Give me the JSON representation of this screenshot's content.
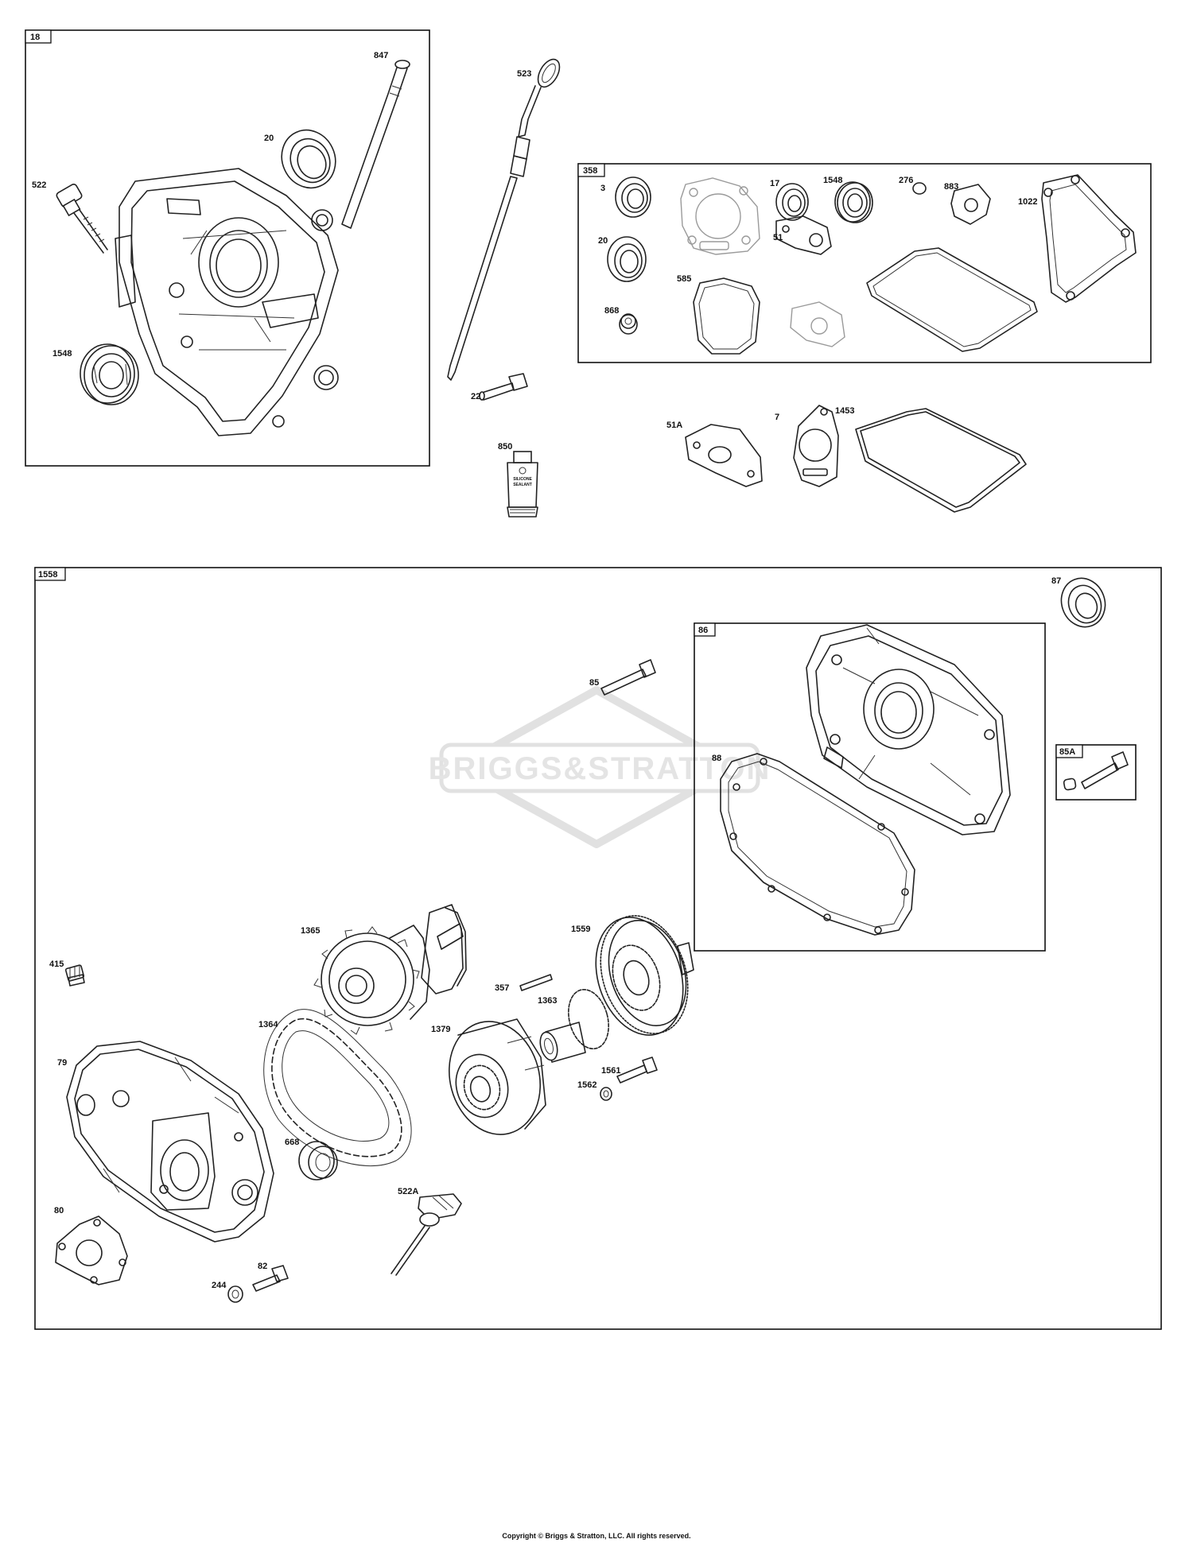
{
  "watermark": {
    "text": "BRIGGS&STRATTON"
  },
  "copyright": "Copyright © Briggs & Stratton, LLC. All rights reserved.",
  "boxes": {
    "b18": "18",
    "b358": "358",
    "b1558": "1558",
    "b86": "86",
    "b85a": "85A"
  },
  "labels": {
    "l847": "847",
    "l523": "523",
    "l20a": "20",
    "l522": "522",
    "l1548a": "1548",
    "l22": "22",
    "l850": "850",
    "l3": "3",
    "l17": "17",
    "l1548b": "1548",
    "l276": "276",
    "l883": "883",
    "l1022": "1022",
    "l20b": "20",
    "l51": "51",
    "l585": "585",
    "l868": "868",
    "l51a": "51A",
    "l7": "7",
    "l1453": "1453",
    "l87": "87",
    "l85": "85",
    "l88": "88",
    "l1365": "1365",
    "l1559": "1559",
    "l415": "415",
    "l357": "357",
    "l1363": "1363",
    "l1364": "1364",
    "l1379": "1379",
    "l79": "79",
    "l1561": "1561",
    "l1562": "1562",
    "l668": "668",
    "l522a": "522A",
    "l80": "80",
    "l82": "82",
    "l244": "244"
  },
  "tube_text": {
    "line1": "SILICONE",
    "line2": "SEALANT"
  }
}
